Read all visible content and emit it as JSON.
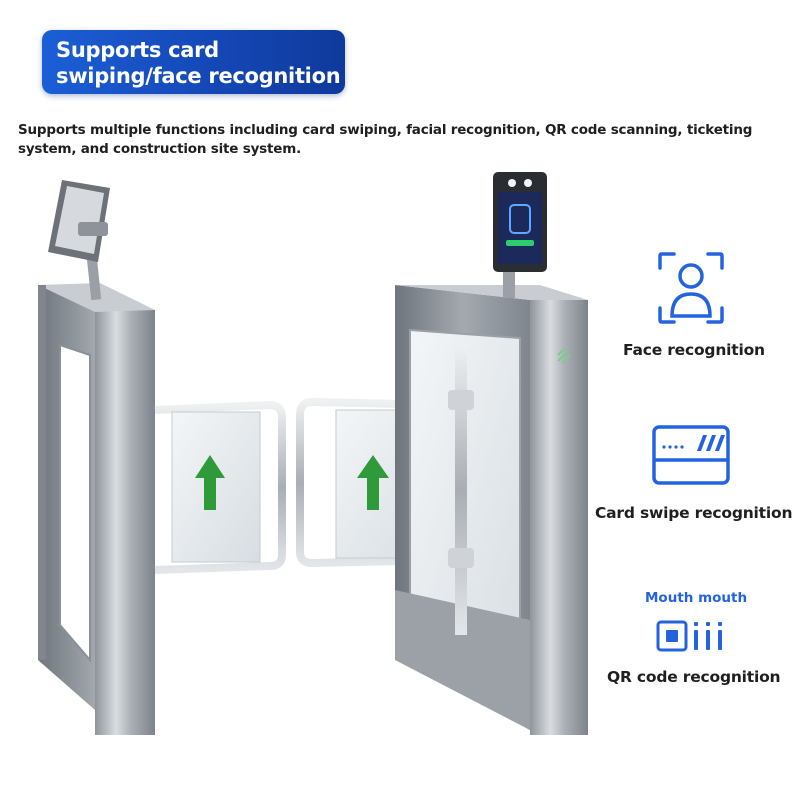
{
  "banner": {
    "title": "Supports card swiping/face recognition"
  },
  "description": "Supports multiple functions including card swiping, facial recognition, QR code scanning, ticketing system, and construction site system.",
  "features": [
    {
      "icon": "face-scan-icon",
      "label": "Face recognition"
    },
    {
      "icon": "card-swipe-icon",
      "label": "Card swipe recognition"
    },
    {
      "icon": "qr-scan-icon",
      "label": "QR code recognition",
      "caption": "Mouth mouth"
    }
  ],
  "colors": {
    "accent": "#2463e0",
    "banner": "#1446b4",
    "arrow": "#2e9a3a"
  }
}
